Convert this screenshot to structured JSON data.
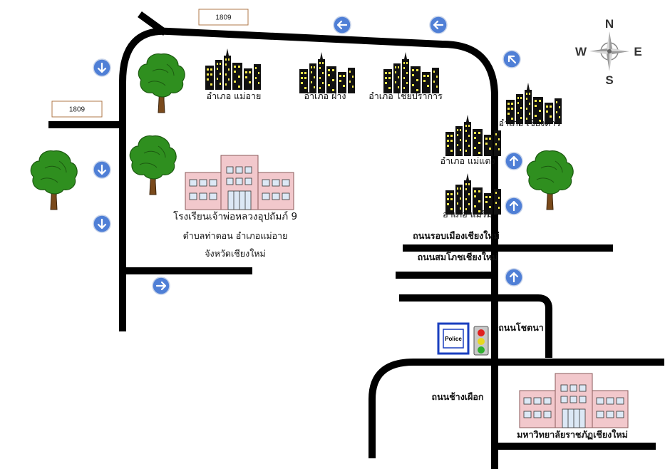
{
  "route_signs": [
    {
      "id": "route-1809-top",
      "text": "1809"
    },
    {
      "id": "route-1809-left",
      "text": "1809"
    }
  ],
  "districts": {
    "mae_ai": "อำเภอ แม่อาย",
    "fang": "อำเภอ ฝาง",
    "chai_prakan": "อำเภอ ไชยปราการ",
    "chiang_dao": "อำเภอ เชียงดาว",
    "mae_taeng": "อำเภอ แม่แตง",
    "mae_rim": "อำเภอ แม่ริม"
  },
  "school": {
    "line1": "โรงเรียนเจ้าพ่อหลวงอุปถัมภ์ 9",
    "line2": "ตำบลท่าตอน อำเภอแม่อาย",
    "line3": "จังหวัดเชียงใหม่"
  },
  "roads": {
    "ring_road": "ถนนรอบเมืองเชียงใหม่",
    "sompot_road": "ถนนสมโภชเชียงใหม่",
    "chotana_road": "ถนนโชตนา",
    "chang_phueak_road": "ถนนช้างเผือก"
  },
  "university": "มหาวิทยาลัยราชภัฏเชียงใหม่",
  "police": "Police",
  "compass": {
    "n": "N",
    "s": "S",
    "e": "E",
    "w": "W"
  },
  "colors": {
    "road": "#000000",
    "sign_blue": "#4f7fd6",
    "tree_green": "#2f8f1f",
    "trunk": "#7a4a1c",
    "building_pink": "#f2c8cc",
    "window_blue": "#dce8f5",
    "city_black": "#111111",
    "city_window": "#f5e84a",
    "light_red": "#e02020",
    "light_yellow": "#e8d820",
    "light_green": "#30b030"
  }
}
